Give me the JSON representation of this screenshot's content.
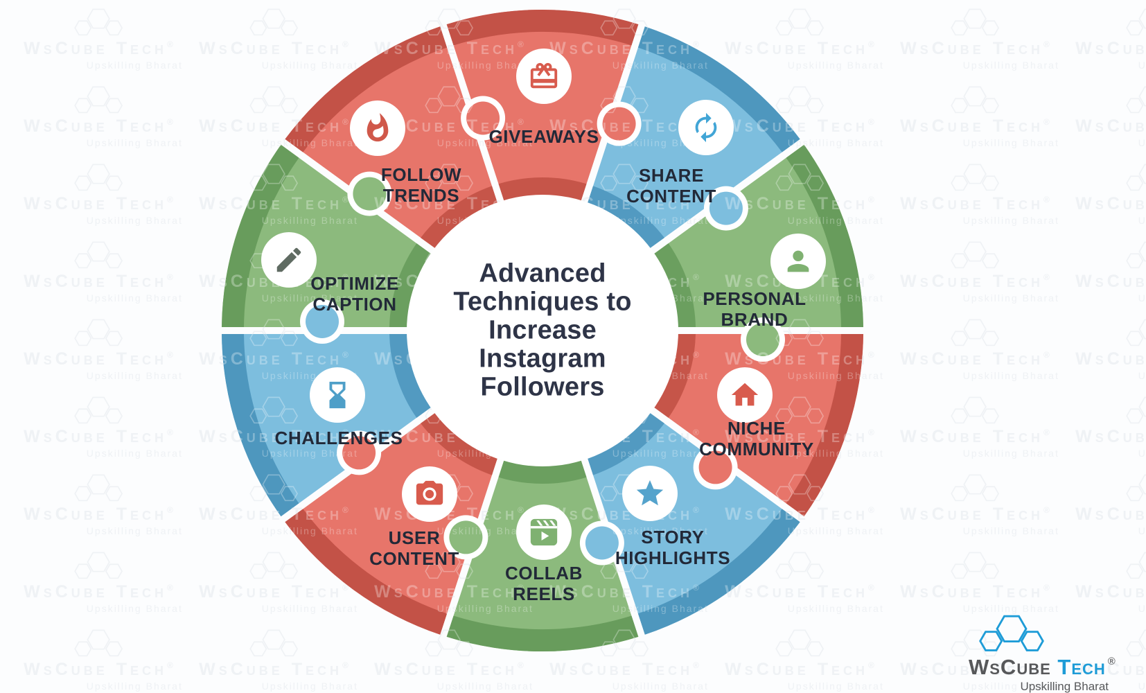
{
  "title": {
    "text": "Advanced Techniques to Increase Instagram Followers",
    "display": "Advanced\nTechniques to\nIncrease\nInstagram\nFollowers"
  },
  "segments": [
    {
      "label": "GIVEAWAYS",
      "display": "GIVEAWAYS",
      "color": "red",
      "icon": "gift-icon",
      "icon_color": "#D85B4D"
    },
    {
      "label": "SHARE CONTENT",
      "display": "SHARE\nCONTENT",
      "color": "blue",
      "icon": "repeat-icon",
      "icon_color": "#41A5D6"
    },
    {
      "label": "PERSONAL BRAND",
      "display": "PERSONAL\nBRAND",
      "color": "green",
      "icon": "person-icon",
      "icon_color": "#7FB171"
    },
    {
      "label": "NICHE COMMUNITY",
      "display": "NICHE\nCOMMUNITY",
      "color": "red",
      "icon": "home-icon",
      "icon_color": "#D85B4D"
    },
    {
      "label": "STORY HIGHLIGHTS",
      "display": "STORY\nHIGHLIGHTS",
      "color": "blue",
      "icon": "star-icon",
      "icon_color": "#55A3CC"
    },
    {
      "label": "COLLAB REELS",
      "display": "COLLAB\nREELS",
      "color": "green",
      "icon": "reels-icon",
      "icon_color": "#7FB171"
    },
    {
      "label": "USER CONTENT",
      "display": "USER\nCONTENT",
      "color": "red",
      "icon": "camera-icon",
      "icon_color": "#D85B4D"
    },
    {
      "label": "CHALLENGES",
      "display": "CHALLENGES",
      "color": "blue",
      "icon": "hourglass-icon",
      "icon_color": "#4E9FC8"
    },
    {
      "label": "OPTIMIZE CAPTION",
      "display": "OPTIMIZE\nCAPTION",
      "color": "green",
      "icon": "pencil-icon",
      "icon_color": "#5F6B62"
    },
    {
      "label": "FOLLOW TRENDS",
      "display": "FOLLOW\nTRENDS",
      "color": "red",
      "icon": "flame-icon",
      "icon_color": "#D0584A"
    }
  ],
  "palette": {
    "red": {
      "main": "#E7756A",
      "band": "#C35247"
    },
    "blue": {
      "main": "#7DBEDE",
      "band": "#4E97BE"
    },
    "green": {
      "main": "#8CBA7D",
      "band": "#689C5C"
    },
    "label_text": "#222938",
    "title_text": "#2E3447",
    "background": "#FCFDFE"
  },
  "watermark": {
    "brand": "WsCube Tech",
    "reg": "®",
    "tagline": "Upskilling Bharat"
  },
  "logo": {
    "brand_primary": "WsCube",
    "brand_secondary": "Tech",
    "reg": "®",
    "tagline": "Upskilling Bharat",
    "blue": "#1E9CD7",
    "gray": "#57585A"
  }
}
